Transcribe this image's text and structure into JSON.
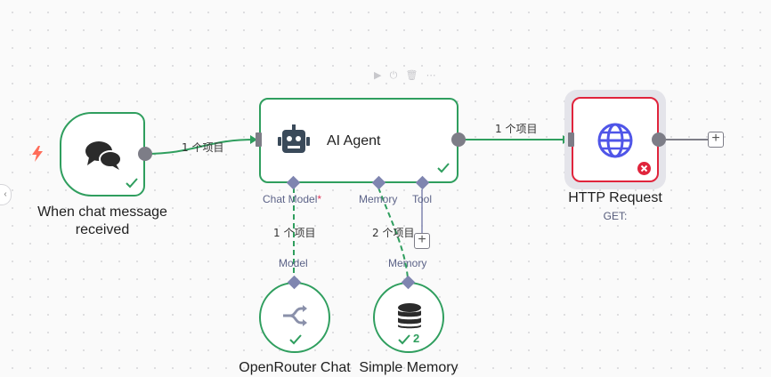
{
  "canvas": {
    "edge_labels": {
      "trigger_to_agent": "1 个项目",
      "agent_to_http": "1 个项目",
      "model_to_agent": "1 个项目",
      "memory_to_agent": "2 个项目"
    }
  },
  "nodes": {
    "trigger": {
      "label": "When chat message received",
      "icon": "chat-bubbles-icon",
      "status": "success"
    },
    "agent": {
      "title": "AI Agent",
      "icon": "robot-icon",
      "status": "success",
      "ports": {
        "chat_model": "Chat Model",
        "required_mark": "*",
        "memory": "Memory",
        "tool": "Tool"
      }
    },
    "http": {
      "title": "HTTP Request",
      "subtitle": "GET:",
      "icon": "globe-icon",
      "status": "error"
    },
    "openrouter": {
      "label": "OpenRouter Chat",
      "port_label": "Model",
      "icon": "openrouter-icon",
      "status": "success"
    },
    "memory": {
      "label": "Simple Memory",
      "port_label": "Memory",
      "icon": "database-icon",
      "status": "success",
      "run_count": "2"
    }
  },
  "colors": {
    "success": "#2f9e5e",
    "error": "#e0243c",
    "connection": "#7f85b0",
    "agent_icon": "#3a4a5a",
    "globe": "#4f55e8"
  }
}
